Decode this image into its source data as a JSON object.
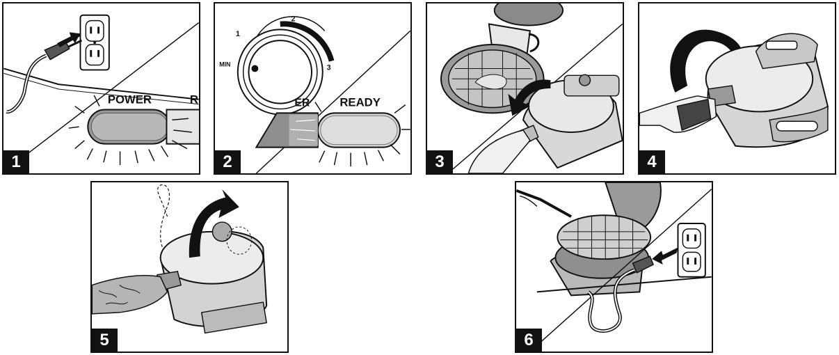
{
  "steps": [
    {
      "number": "1",
      "labels": {
        "power": "POWER",
        "ready_partial": "R"
      }
    },
    {
      "number": "2",
      "dial": {
        "min": "MIN",
        "n1": "1",
        "n2": "2",
        "n3": "3"
      },
      "labels": {
        "power_partial": "ER",
        "ready": "READY"
      }
    },
    {
      "number": "3"
    },
    {
      "number": "4"
    },
    {
      "number": "5"
    },
    {
      "number": "6"
    }
  ],
  "colors": {
    "ink": "#111111",
    "light_gray": "#d9d9d9",
    "mid_gray": "#a8a8a8",
    "dark_gray": "#6b6b6b"
  }
}
